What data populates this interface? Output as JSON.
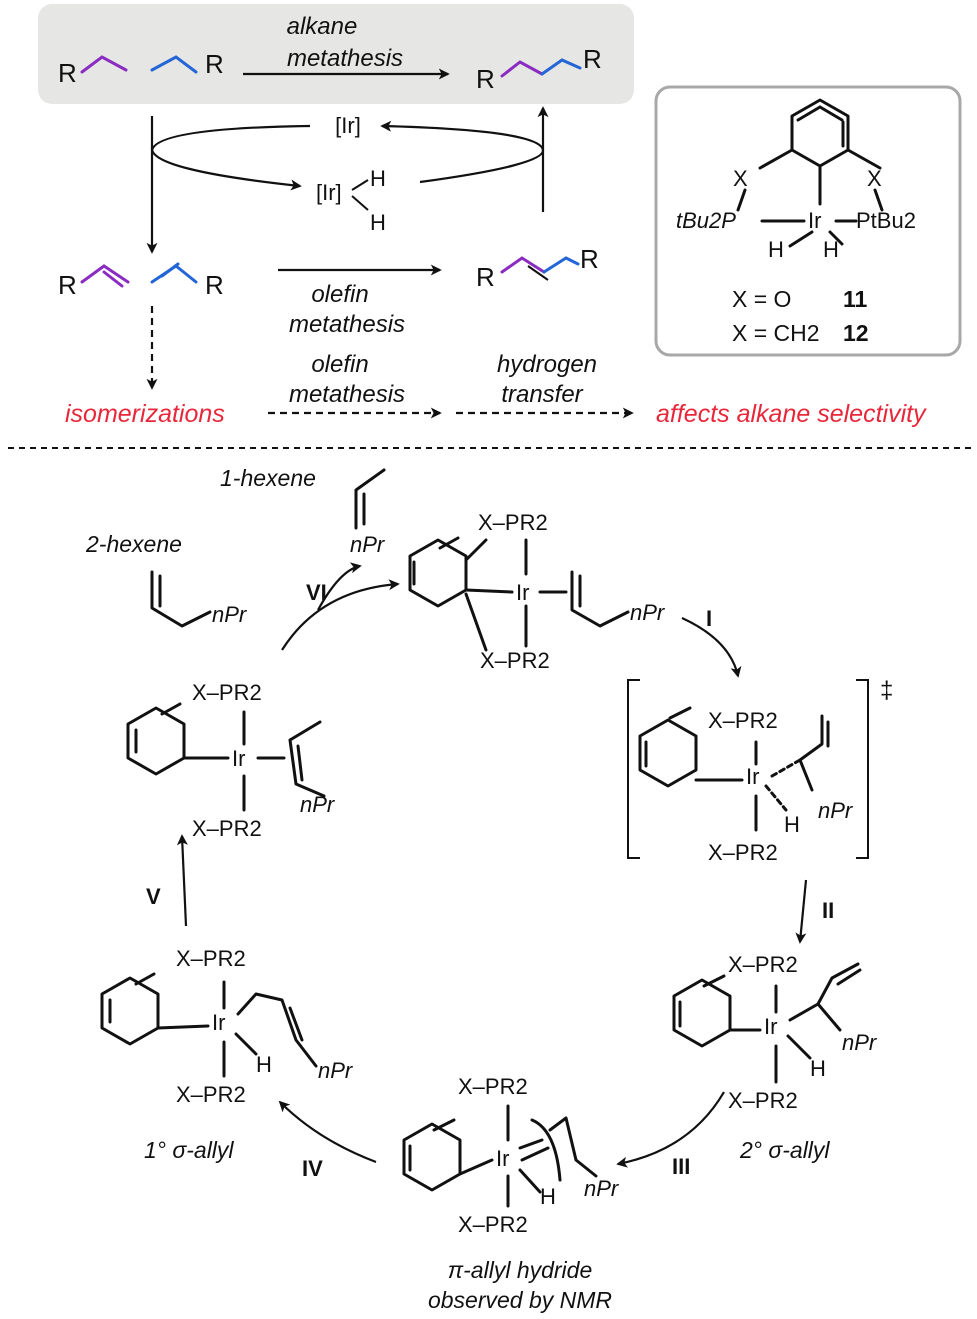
{
  "top": {
    "alkane_metathesis": [
      "alkane",
      "metathesis"
    ],
    "ir": "[Ir]",
    "ir_h2_h_top": "H",
    "ir_h2_h_bottom": "H",
    "r": "R",
    "olefin_metathesis_1": [
      "olefin",
      "metathesis"
    ],
    "olefin_metathesis_2": [
      "olefin",
      "metathesis"
    ],
    "hydrogen_transfer": [
      "hydrogen",
      "transfer"
    ],
    "isomerizations": "isomerizations",
    "affects": "affects alkane selectivity"
  },
  "catalyst_box": {
    "x_label": "X",
    "tbu2p_left": "tBu2P",
    "ir": "Ir",
    "ptbu2_right": "PtBu2",
    "h": "H",
    "rows": [
      {
        "label": "X = O",
        "num": "11"
      },
      {
        "label": "X = CH2",
        "num": "12"
      }
    ]
  },
  "cycle": {
    "hexene1": "1-hexene",
    "hexene2": "2-hexene",
    "npr": "nPr",
    "xpr2": "X–PR2",
    "ir": "Ir",
    "h": "H",
    "steps": [
      "I",
      "II",
      "III",
      "IV",
      "V",
      "VI"
    ],
    "ts_symbol": "‡",
    "secondary_allyl": "2° σ-allyl",
    "primary_allyl": "1° σ-allyl",
    "pi_allyl": [
      "π-allyl hydride",
      "observed by NMR"
    ]
  },
  "colors": {
    "purple": "#8a2cc2",
    "blue": "#2466d6",
    "red": "#e8283a",
    "box_fill": "#e6e6e4",
    "box_border": "#a8a8a8"
  }
}
